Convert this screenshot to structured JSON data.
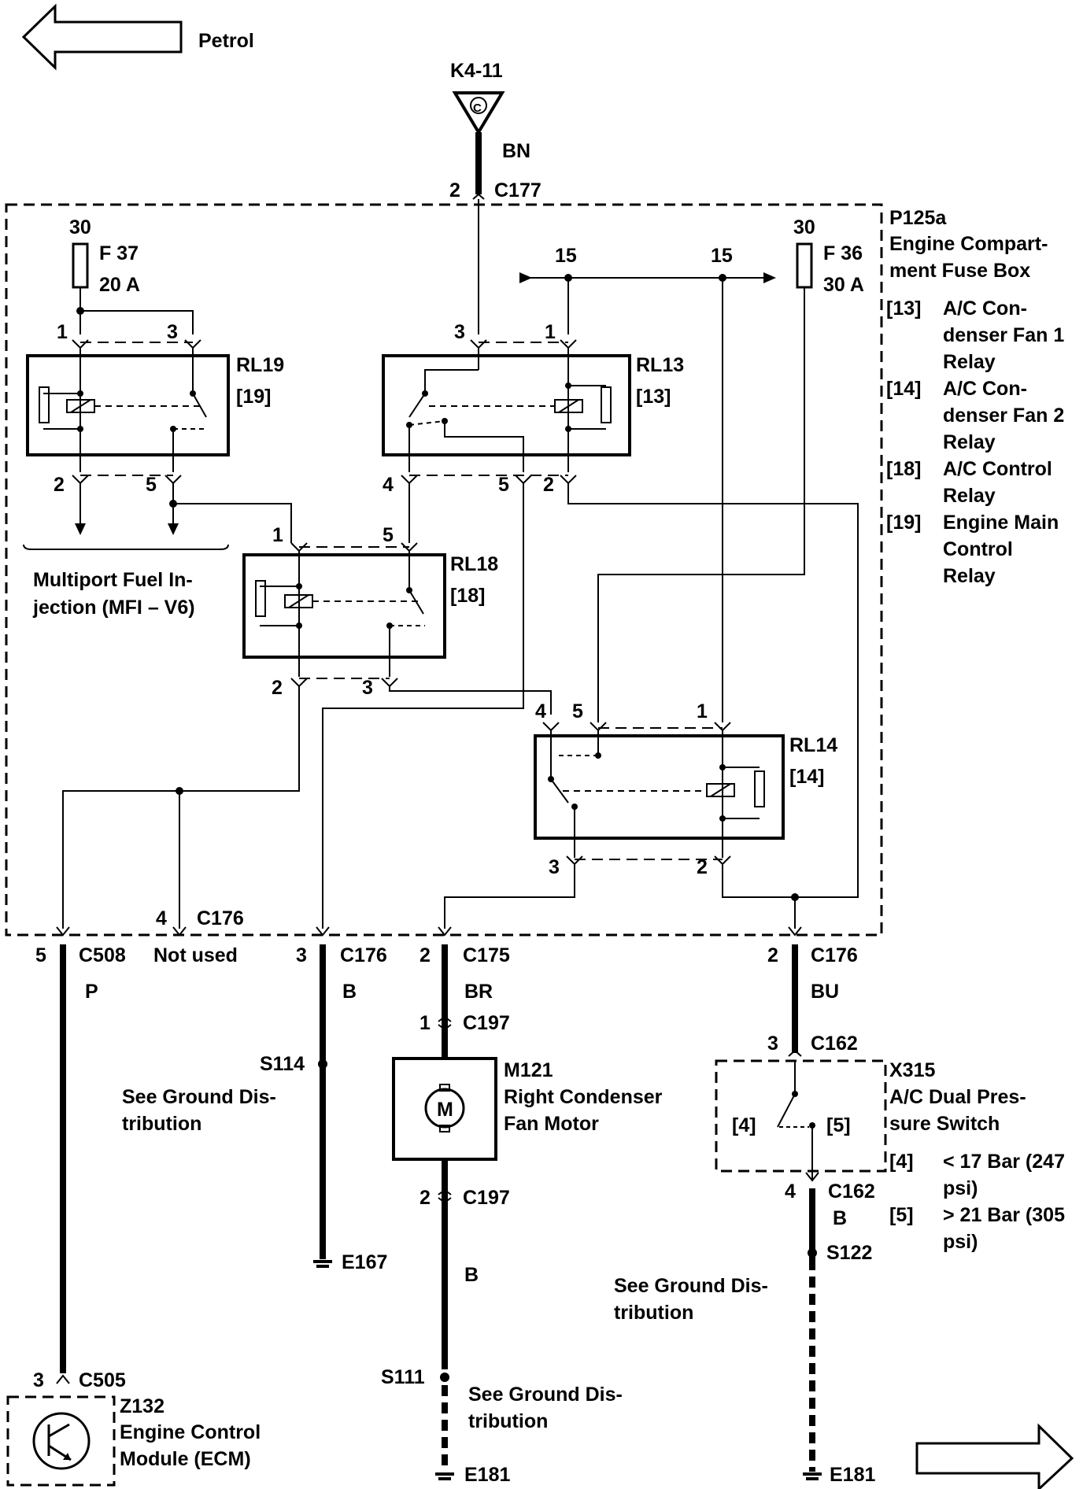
{
  "nav": {
    "prev_label": "Petrol"
  },
  "k4": {
    "id": "K4-11",
    "letter": "C",
    "wire": "BN",
    "pin": "2",
    "connector": "C177"
  },
  "fusebox": {
    "id": "P125a",
    "name_1": "Engine Compart-",
    "name_2": "ment Fuse Box"
  },
  "legend": [
    {
      "code": "[13]",
      "lines": [
        "A/C Con-",
        "denser Fan 1",
        "Relay"
      ]
    },
    {
      "code": "[14]",
      "lines": [
        "A/C Con-",
        "denser Fan 2",
        "Relay"
      ]
    },
    {
      "code": "[18]",
      "lines": [
        "A/C Control",
        "Relay"
      ]
    },
    {
      "code": "[19]",
      "lines": [
        "Engine Main",
        "Control",
        "Relay"
      ]
    }
  ],
  "fuses": {
    "f37": {
      "supply": "30",
      "name": "F 37",
      "rating": "20 A"
    },
    "f36": {
      "supply": "30",
      "name": "F 36",
      "rating": "30 A"
    }
  },
  "bus15": {
    "label_a": "15",
    "label_b": "15"
  },
  "relays": {
    "rl19": {
      "name": "RL19",
      "ref": "[19]",
      "pins": [
        "1",
        "3",
        "2",
        "5"
      ]
    },
    "rl13": {
      "name": "RL13",
      "ref": "[13]",
      "pins": [
        "3",
        "1",
        "4",
        "5",
        "2"
      ]
    },
    "rl18": {
      "name": "RL18",
      "ref": "[18]",
      "pins": [
        "1",
        "5",
        "2",
        "3"
      ]
    },
    "rl14": {
      "name": "RL14",
      "ref": "[14]",
      "pins": [
        "4",
        "5",
        "1",
        "3",
        "2"
      ]
    }
  },
  "mfi": {
    "line1": "Multiport Fuel In-",
    "line2": "jection (MFI – V6)"
  },
  "bottom_connectors": {
    "c176_4": {
      "pin": "4",
      "conn": "C176",
      "note": "Not used"
    },
    "c508": {
      "pin": "5",
      "conn": "C508",
      "wire": "P"
    },
    "c176_3": {
      "pin": "3",
      "conn": "C176",
      "wire": "B"
    },
    "c175": {
      "pin": "2",
      "conn": "C175",
      "wire": "BR"
    },
    "c176_2": {
      "pin": "2",
      "conn": "C176",
      "wire": "BU"
    }
  },
  "ground_left": {
    "splice": "S114",
    "line1": "See Ground Dis-",
    "line2": "tribution",
    "ground": "E167"
  },
  "motor": {
    "conn_top_pin": "1",
    "conn_top": "C197",
    "id": "M121",
    "line1": "Right Condenser",
    "line2": "Fan Motor",
    "symbol": "M",
    "conn_bot_pin": "2",
    "conn_bot": "C197",
    "wire": "B",
    "splice": "S111",
    "gnd1": "See Ground Dis-",
    "gnd2": "tribution",
    "ground": "E181"
  },
  "switch": {
    "conn_top_pin": "3",
    "conn_top": "C162",
    "id": "X315",
    "line1": "A/C Dual Pres-",
    "line2": "sure Switch",
    "pos4": "[4]",
    "pos5": "[5]",
    "note4_code": "[4]",
    "note4_1": "< 17 Bar (247",
    "note4_2": "psi)",
    "note5_code": "[5]",
    "note5_1": "> 21 Bar (305",
    "note5_2": "psi)",
    "conn_bot_pin": "4",
    "conn_bot": "C162",
    "wire": "B",
    "splice": "S122",
    "gnd1": "See Ground Dis-",
    "gnd2": "tribution",
    "ground": "E181"
  },
  "ecm": {
    "pin": "3",
    "conn": "C505",
    "id": "Z132",
    "line1": "Engine Control",
    "line2": "Module (ECM)"
  }
}
